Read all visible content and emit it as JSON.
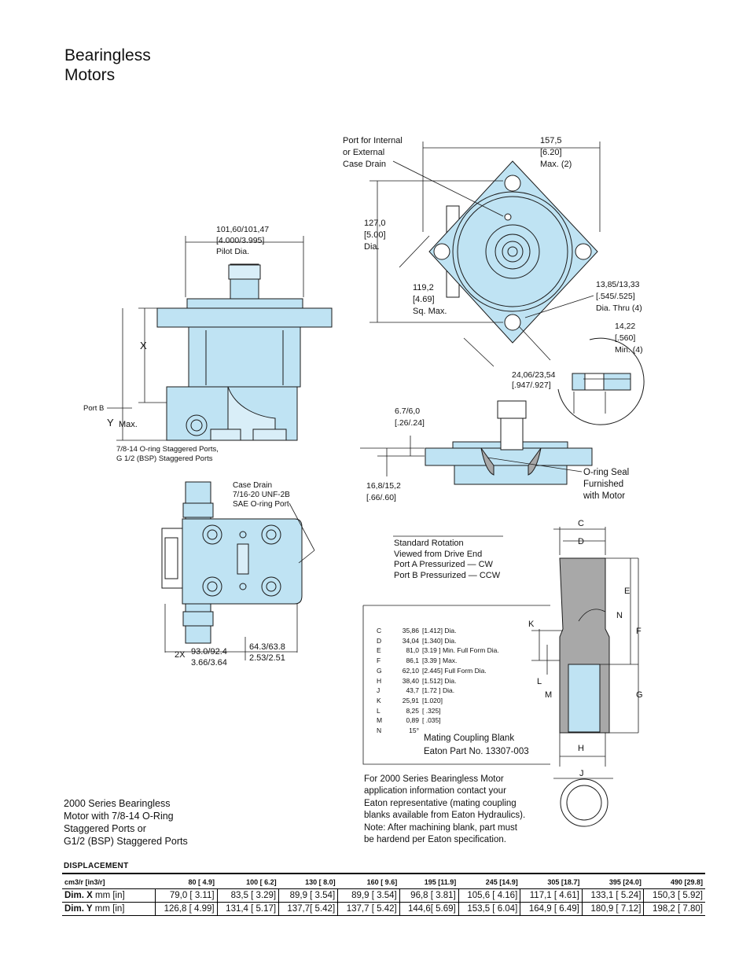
{
  "page_title": "Bearingless\nMotors",
  "diagram": {
    "pilot_dim": "101,60/101,47\n[4.000/3.995]\nPilot Dia.",
    "dim_x": "X",
    "dim_y": "Y",
    "y_max": "Max.",
    "port_b": "Port B",
    "staggered_ports": "7/8-14 O-ring Staggered Ports,\nG 1/2 (BSP) Staggered Ports",
    "case_drain": "Case Drain\n7/16-20 UNF-2B\nSAE O-ring Port",
    "twox": "2X",
    "dim_930": "93.0/92.4\n3.66/3.64",
    "dim_643": "64.3/63.8\n2.53/2.51",
    "port_internal": "Port for Internal\nor External\nCase Drain",
    "dim_1575": "157,5\n[6.20]\nMax. (2)",
    "dim_1270": "127,0\n[5.00]\nDia.",
    "dim_1192": "119,2\n[4.69]\nSq. Max.",
    "dim_1385": "13,85/13,33\n[.545/.525]\nDia. Thru (4)",
    "dim_1422": "14,22\n[.560]\nMin. (4)",
    "dim_2406": "24,06/23,54\n[.947/.927]",
    "dim_670": "6.7/6,0\n[.26/.24]",
    "dim_168": "16,8/15,2\n[.66/.60]",
    "oring_seal": "O-ring Seal\nFurnished\nwith Motor",
    "rotation": "Standard Rotation\nViewed from Drive End\nPort A Pressurized — CW\nPort B Pressurized — CCW",
    "coupling_letters": {
      "C": "C",
      "D": "D",
      "E": "E",
      "N": "N",
      "F": "F",
      "K": "K",
      "L": "L",
      "M": "M",
      "G": "G",
      "H": "H",
      "J": "J"
    },
    "mating_coupling": "Mating Coupling Blank\nEaton Part No. 13307-003"
  },
  "specs": [
    {
      "k": "C",
      "v": "35,86",
      "i": "[1.412] Dia."
    },
    {
      "k": "D",
      "v": "34,04",
      "i": "[1.340] Dia."
    },
    {
      "k": "E",
      "v": "81,0",
      "i": "[3.19  ] Min. Full Form Dia."
    },
    {
      "k": "F",
      "v": "86,1",
      "i": "[3.39  ] Max."
    },
    {
      "k": "G",
      "v": "62,10",
      "i": "[2.445] Full Form Dia."
    },
    {
      "k": "H",
      "v": "38,40",
      "i": "[1.512] Dia."
    },
    {
      "k": "J",
      "v": "43,7",
      "i": "[1.72  ] Dia."
    },
    {
      "k": "K",
      "v": "25,91",
      "i": "[1.020]"
    },
    {
      "k": "L",
      "v": "8,25",
      "i": "[  .325]"
    },
    {
      "k": "M",
      "v": "0,89",
      "i": "[  .035]"
    },
    {
      "k": "N",
      "v": "15°",
      "i": ""
    }
  ],
  "caption": "2000 Series Bearingless\nMotor with 7/8-14 O-Ring\nStaggered Ports or\nG1/2 (BSP) Staggered Ports",
  "note": "For 2000 Series Bearingless Motor\napplication information contact your\nEaton representative (mating coupling\nblanks available from Eaton Hydraulics).\nNote: After machining blank, part must\nbe hardend per Eaton specification.",
  "displacement": {
    "title": "DISPLACEMENT",
    "header": [
      "cm3/r [in3/r]",
      "80 [ 4.9]",
      "100 [ 6.2]",
      "130 [ 8.0]",
      "160 [ 9.6]",
      "195 [11.9]",
      "245 [14.9]",
      "305 [18.7]",
      "395 [24.0]",
      "490 [29.8]"
    ],
    "row_x_label_bold": "Dim. X",
    "row_x_label_unit": " mm [in]",
    "row_x": [
      "79,0 [ 3.11]",
      "83,5 [ 3.29]",
      "89,9 [ 3.54]",
      "89,9 [ 3.54]",
      "96,8 [ 3.81]",
      "105,6 [ 4.16]",
      "117,1 [ 4.61]",
      "133,1 [ 5.24]",
      "150,3 [ 5.92]"
    ],
    "row_y_label_bold": "Dim. Y",
    "row_y_label_unit": " mm [in]",
    "row_y": [
      "126,8 [ 4.99]",
      "131,4 [ 5.17]",
      "137,7[ 5.42]",
      "137,7 [ 5.42]",
      "144,6[ 5.69]",
      "153,5 [ 6.04]",
      "164,9 [ 6.49]",
      "180,9 [ 7.12]",
      "198,2 [ 7.80]"
    ]
  },
  "colors": {
    "part_fill": "#bfe3f3",
    "coupling_fill": "#a8a8a8",
    "line": "#1a1a1a"
  }
}
